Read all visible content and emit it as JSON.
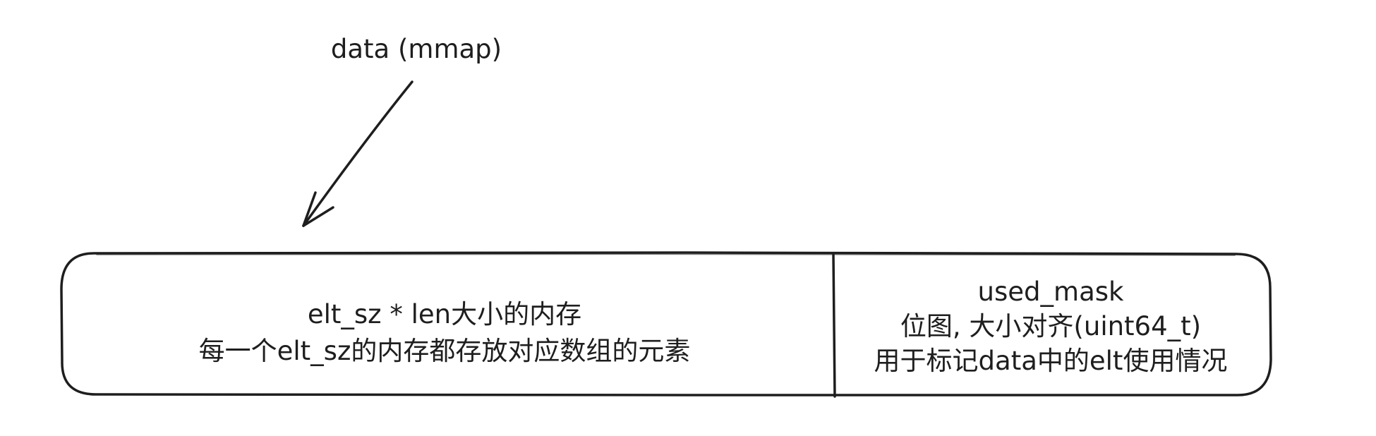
{
  "diagram": {
    "pointer": {
      "label": "data (mmap)"
    },
    "memory_block": {
      "data_region": {
        "line1": "elt_sz * len大小的内存",
        "line2": "每一个elt_sz的内存都存放对应数组的元素"
      },
      "mask_region": {
        "title": "used_mask",
        "line2": "位图, 大小对齐(uint64_t)",
        "line3": "用于标记data中的elt使用情况"
      }
    },
    "colors": {
      "stroke": "#1e1e1e",
      "background": "#ffffff"
    }
  }
}
